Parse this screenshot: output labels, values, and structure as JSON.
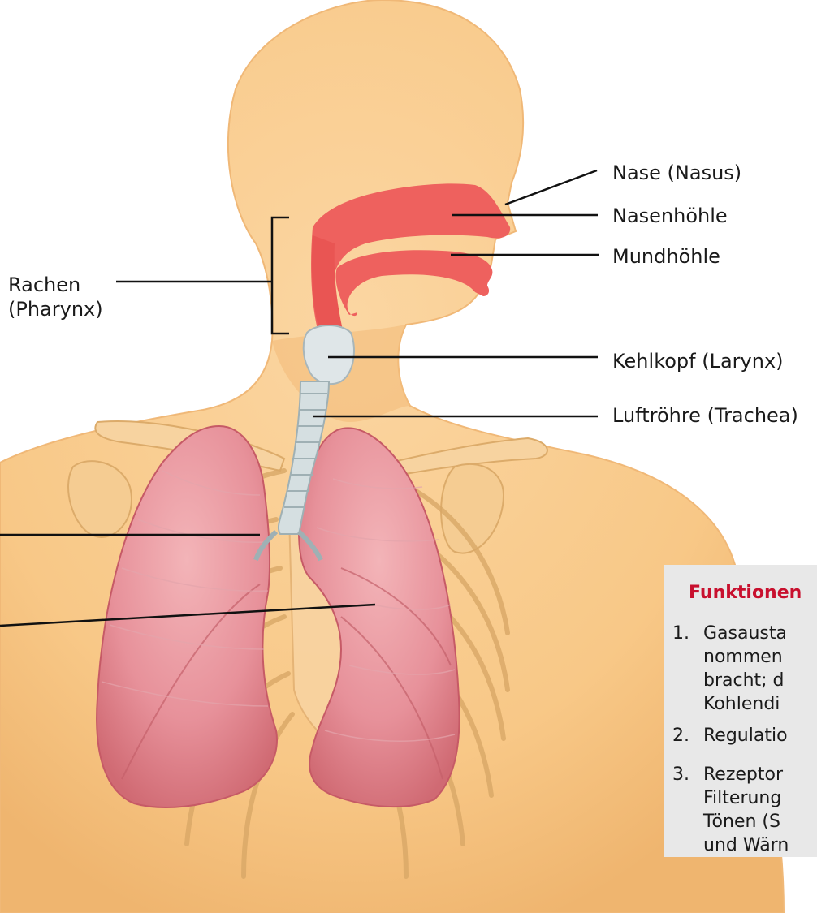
{
  "labels": {
    "nase": "Nase (Nasus)",
    "nasenhoehle": "Nasenhöhle",
    "mundhoehle": "Mundhöhle",
    "kehlkopf": "Kehlkopf (Larynx)",
    "luftroehre": "Luftröhre (Trachea)",
    "rachen_line1": "Rachen",
    "rachen_line2": "(Pharynx)"
  },
  "functions": {
    "title": "Funktionen",
    "items": [
      {
        "number": "1.",
        "lines": [
          "Gasausta",
          "nommen",
          "bracht; d",
          "Kohlendi"
        ]
      },
      {
        "number": "2.",
        "lines": [
          "Regulatio"
        ]
      },
      {
        "number": "3.",
        "lines": [
          "Rezeptor",
          "Filterung",
          "Tönen (S",
          "und Wärn"
        ]
      }
    ]
  },
  "colors": {
    "skin": "#f9cc8f",
    "skin_shade": "#eab06d",
    "airway": "#ec5f5c",
    "lung": "#e98a93",
    "lung_dark": "#d8676f",
    "bone": "#f6d09a",
    "trachea": "#d8e1e3",
    "accent": "#c8102e",
    "box": "#e8e8e8"
  }
}
